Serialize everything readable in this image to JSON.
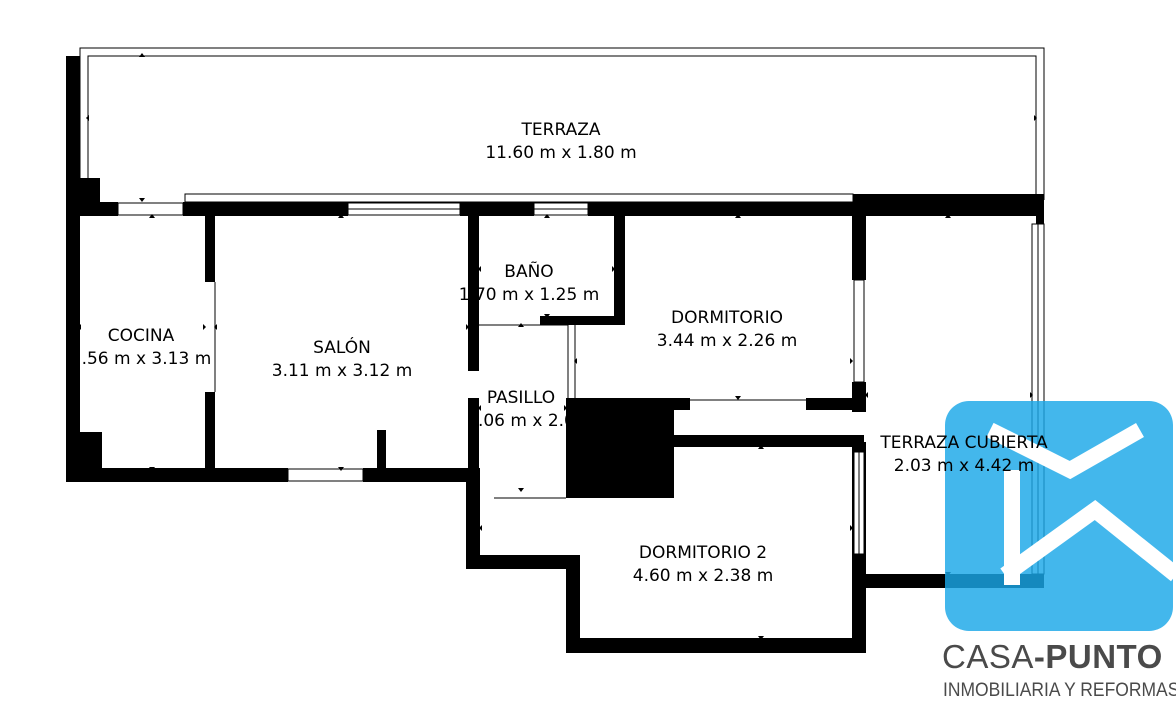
{
  "rooms": {
    "terraza": {
      "name": "TERRAZA",
      "dims": "11.60 m x 1.80 m"
    },
    "cocina": {
      "name": "COCINA",
      "dims": "1.56 m x 3.13 m"
    },
    "salon": {
      "name": "SALÓN",
      "dims": "3.11 m x 3.12 m"
    },
    "bano": {
      "name": "BAÑO",
      "dims": "1.70 m x 1.25 m"
    },
    "dormitorio": {
      "name": "DORMITORIO",
      "dims": "3.44 m x 2.26 m"
    },
    "pasillo": {
      "name": "PASILLO",
      "dims": "1.06 m x 2.0"
    },
    "terraza_cubierta": {
      "name": "TERRAZA CUBIERTA",
      "dims": "2.03 m x 4.42 m"
    },
    "dormitorio2": {
      "name": "DORMITORIO 2",
      "dims": "4.60 m x 2.38 m"
    }
  },
  "logo": {
    "brand_light": "CASA",
    "brand_bold": "-PUNTO",
    "tagline": "INMOBILIARIA Y REFORMAS",
    "color": "#1aa7e8"
  },
  "colors": {
    "wall": "#000000",
    "background": "#ffffff",
    "logo_text": "#4a4a4a"
  }
}
